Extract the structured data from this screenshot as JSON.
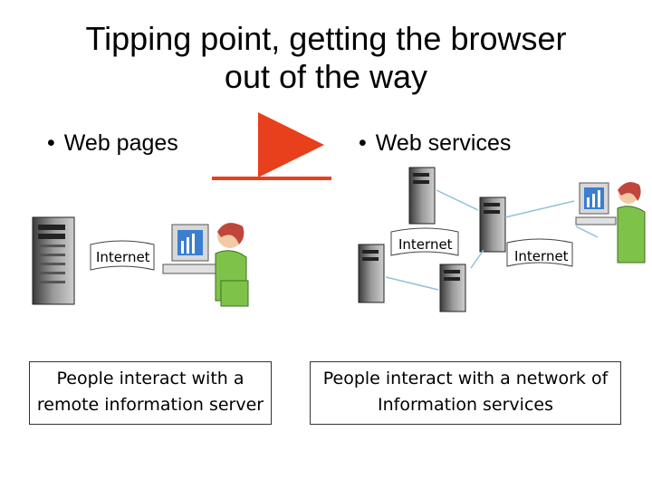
{
  "slide": {
    "title_line1": "Tipping point, getting the browser",
    "title_line2": "out of the way"
  },
  "left": {
    "bullet": "Web pages",
    "internet_label": "Internet",
    "caption_line1": "People interact with a",
    "caption_line2": "remote information server"
  },
  "right": {
    "bullet": "Web services",
    "internet_label_1": "Internet",
    "internet_label_2": "Internet",
    "caption_line1": "People interact with a network of",
    "caption_line2": "Information services"
  },
  "colors": {
    "arrow": "#e8401c",
    "connector": "#8fc3d6",
    "shirt": "#7fc24a",
    "hair": "#c0453a"
  },
  "icons": [
    "server-icon",
    "person-at-computer-icon",
    "red-arrow-icon",
    "internet-cloud-icon"
  ]
}
